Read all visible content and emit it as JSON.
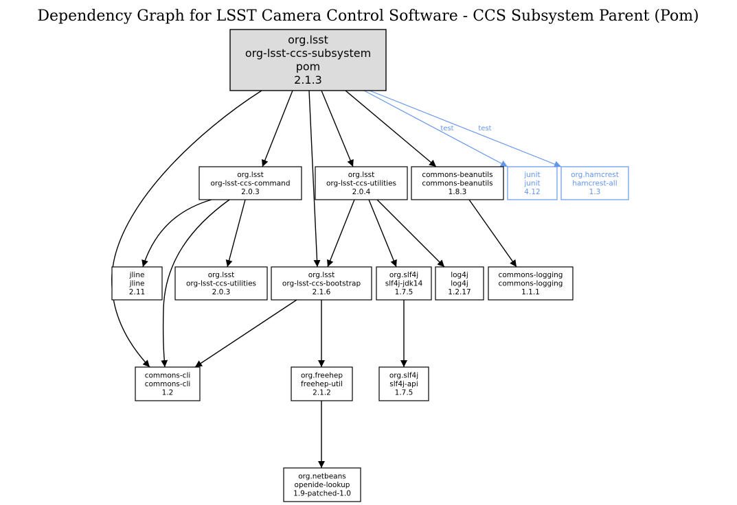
{
  "title": "Dependency Graph for LSST Camera Control Software - CCS Subsystem Parent (Pom)",
  "colors": {
    "default": "#000000",
    "test": "#6495ed",
    "root_fill": "#dcdcdc",
    "node_fill": "#ffffff"
  },
  "nodes": [
    {
      "id": "root",
      "lines": [
        "org.lsst",
        "org-lsst-ccs-subsystem",
        "pom",
        "2.1.3"
      ],
      "root": true
    },
    {
      "id": "command",
      "lines": [
        "org.lsst",
        "org-lsst-ccs-command",
        "2.0.3"
      ]
    },
    {
      "id": "utilities204",
      "lines": [
        "org.lsst",
        "org-lsst-ccs-utilities",
        "2.0.4"
      ]
    },
    {
      "id": "beanutils",
      "lines": [
        "commons-beanutils",
        "commons-beanutils",
        "1.8.3"
      ]
    },
    {
      "id": "junit",
      "lines": [
        "junit",
        "junit",
        "4.12"
      ],
      "scope": "test"
    },
    {
      "id": "hamcrest",
      "lines": [
        "org.hamcrest",
        "hamcrest-all",
        "1.3"
      ],
      "scope": "test"
    },
    {
      "id": "jline",
      "lines": [
        "jline",
        "jline",
        "2.11"
      ]
    },
    {
      "id": "utilities203",
      "lines": [
        "org.lsst",
        "org-lsst-ccs-utilities",
        "2.0.3"
      ]
    },
    {
      "id": "bootstrap",
      "lines": [
        "org.lsst",
        "org-lsst-ccs-bootstrap",
        "2.1.6"
      ]
    },
    {
      "id": "slf4jjdk",
      "lines": [
        "org.slf4j",
        "slf4j-jdk14",
        "1.7.5"
      ]
    },
    {
      "id": "log4j",
      "lines": [
        "log4j",
        "log4j",
        "1.2.17"
      ]
    },
    {
      "id": "logging",
      "lines": [
        "commons-logging",
        "commons-logging",
        "1.1.1"
      ]
    },
    {
      "id": "cli",
      "lines": [
        "commons-cli",
        "commons-cli",
        "1.2"
      ]
    },
    {
      "id": "freehep",
      "lines": [
        "org.freehep",
        "freehep-util",
        "2.1.2"
      ]
    },
    {
      "id": "slf4japi",
      "lines": [
        "org.slf4j",
        "slf4j-api",
        "1.7.5"
      ]
    },
    {
      "id": "netbeans",
      "lines": [
        "org.netbeans",
        "openide-lookup",
        "1.9-patched-1.0"
      ]
    }
  ],
  "edges": [
    {
      "from": "root",
      "to": "cli"
    },
    {
      "from": "root",
      "to": "command"
    },
    {
      "from": "root",
      "to": "bootstrap"
    },
    {
      "from": "root",
      "to": "utilities204"
    },
    {
      "from": "root",
      "to": "beanutils"
    },
    {
      "from": "root",
      "to": "junit",
      "label": "test",
      "scope": "test"
    },
    {
      "from": "root",
      "to": "hamcrest",
      "label": "test",
      "scope": "test"
    },
    {
      "from": "command",
      "to": "jline"
    },
    {
      "from": "command",
      "to": "cli"
    },
    {
      "from": "command",
      "to": "utilities203"
    },
    {
      "from": "utilities204",
      "to": "bootstrap"
    },
    {
      "from": "utilities204",
      "to": "slf4jjdk"
    },
    {
      "from": "utilities204",
      "to": "log4j"
    },
    {
      "from": "beanutils",
      "to": "logging"
    },
    {
      "from": "bootstrap",
      "to": "cli"
    },
    {
      "from": "bootstrap",
      "to": "freehep"
    },
    {
      "from": "slf4jjdk",
      "to": "slf4japi"
    },
    {
      "from": "freehep",
      "to": "netbeans"
    }
  ]
}
